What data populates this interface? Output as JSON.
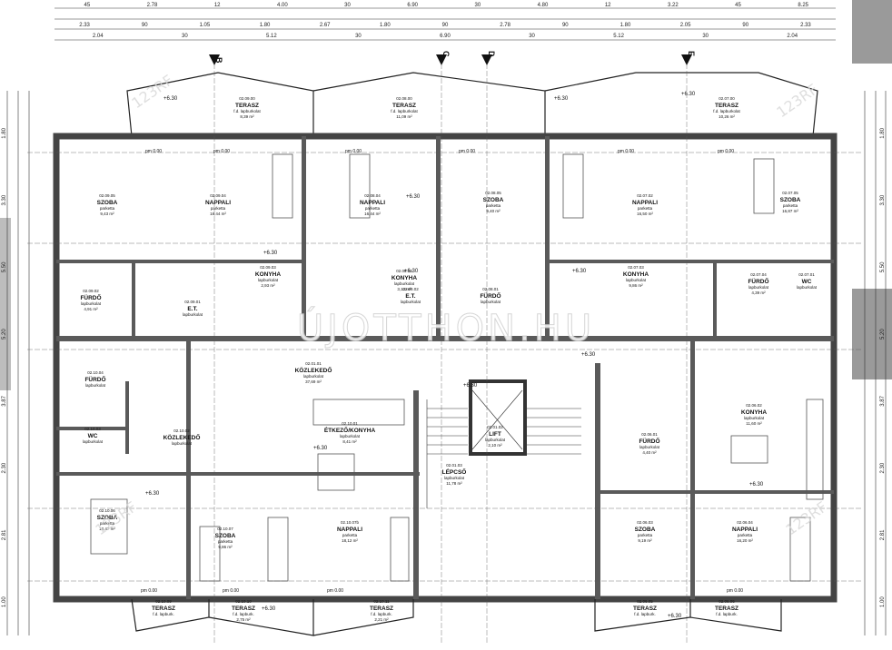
{
  "watermark": {
    "text": "ÚJOTTHON.HU",
    "stock": "123RF"
  },
  "colors": {
    "wall": "#4a4a4a",
    "line": "#333333",
    "grid": "#555555",
    "bg": "#ffffff",
    "grey": "#9a9a9a"
  },
  "axes": [
    "B",
    "C",
    "D",
    "E"
  ],
  "top_dims": {
    "row1": [
      "45",
      "2.78",
      "12",
      "4.00",
      "30",
      "6.90",
      "30",
      "4.80",
      "12",
      "3.22",
      "45",
      "8.25"
    ],
    "row2": [
      "2.33",
      "90",
      "1.05",
      "1.80",
      "2.67",
      "1.80",
      "90",
      "2.78",
      "90",
      "1.80",
      "2.05",
      "90",
      "2.33"
    ],
    "row3": [
      "2.04",
      "30",
      "5.12",
      "30",
      "6.90",
      "30",
      "5.12",
      "30",
      "2.04"
    ]
  },
  "left_dims": [
    "1.80",
    "3.30",
    "5.50",
    "5.20",
    "3.87",
    "2.30",
    "2.81",
    "1.00"
  ],
  "right_dims": [
    "1.80",
    "3.30",
    "5.50",
    "5.20",
    "3.87",
    "2.30",
    "2.81",
    "1.00"
  ],
  "rooms": [
    {
      "id": "02.09.00",
      "name": "TERASZ",
      "floor": "f.d. lapburkolat",
      "area": "8,39 m²"
    },
    {
      "id": "02.08.00",
      "name": "TERASZ",
      "floor": "f.d. lapburkolat",
      "area": "11,09 m²"
    },
    {
      "id": "02.07.00",
      "name": "TERASZ",
      "floor": "f.d. lapburkolat",
      "area": "10,26 m²"
    },
    {
      "id": "02.09.05",
      "name": "SZOBA",
      "floor": "parketta",
      "area": "9,43 m²"
    },
    {
      "id": "02.09.04",
      "name": "NAPPALI",
      "floor": "parketta",
      "area": "16,44 m²"
    },
    {
      "id": "02.08.04",
      "name": "NAPPALI",
      "floor": "parketta",
      "area": "16,44 m²"
    },
    {
      "id": "02.08.05",
      "name": "SZOBA",
      "floor": "parketta",
      "area": "9,40 m²"
    },
    {
      "id": "02.07.02",
      "name": "NAPPALI",
      "floor": "parketta",
      "area": "16,50 m²"
    },
    {
      "id": "02.07.05",
      "name": "SZOBA",
      "floor": "parketta",
      "area": "16,87 m²"
    },
    {
      "id": "02.09.03",
      "name": "KONYHA",
      "floor": "lapburkolat",
      "area": "2,93 m²"
    },
    {
      "id": "02.08.03",
      "name": "KONYHA",
      "floor": "lapburkolat",
      "area": "3,12 m²"
    },
    {
      "id": "02.07.03",
      "name": "KONYHA",
      "floor": "lapburkolat",
      "area": "9,86 m²"
    },
    {
      "id": "02.09.02",
      "name": "FÜRDŐ",
      "floor": "lapburkolat",
      "area": "4,91 m²"
    },
    {
      "id": "02.09.01",
      "name": "E.T.",
      "floor": "lapburkolat",
      "area": ""
    },
    {
      "id": "02.08.02",
      "name": "E.T.",
      "floor": "lapburkolat",
      "area": ""
    },
    {
      "id": "02.08.01",
      "name": "FÜRDŐ",
      "floor": "lapburkolat",
      "area": ""
    },
    {
      "id": "02.07.04",
      "name": "FÜRDŐ",
      "floor": "lapburkolat",
      "area": "4,39 m²"
    },
    {
      "id": "02.07.01",
      "name": "WC",
      "floor": "lapburkolat",
      "area": ""
    },
    {
      "id": "02.01.01",
      "name": "KÖZLEKEDŐ",
      "floor": "lapburkolat",
      "area": "37,69 m²"
    },
    {
      "id": "02.10.04",
      "name": "FÜRDŐ",
      "floor": "lapburkolat",
      "area": ""
    },
    {
      "id": "02.10.03",
      "name": "WC",
      "floor": "lapburkolat",
      "area": ""
    },
    {
      "id": "02.10.02",
      "name": "KÖZLEKEDŐ",
      "floor": "lapburkolat",
      "area": ""
    },
    {
      "id": "02.10.01",
      "name": "ÉTKEZŐ/KONYHA",
      "floor": "lapburkolat",
      "area": "8,41 m²"
    },
    {
      "id": "02.01.02",
      "name": "LIFT",
      "floor": "lapburkolat",
      "area": "2,10 m²"
    },
    {
      "id": "02.01.03",
      "name": "LÉPCSŐ",
      "floor": "lapburkolat",
      "area": "11,78 m²"
    },
    {
      "id": "02.06.02",
      "name": "KONYHA",
      "floor": "lapburkolat",
      "area": "11,60 m²"
    },
    {
      "id": "02.06.01",
      "name": "FÜRDŐ",
      "floor": "lapburkolat",
      "area": "4,40 m²"
    },
    {
      "id": "02.10.06",
      "name": "SZOBA",
      "floor": "parketta",
      "area": "12,47 m²"
    },
    {
      "id": "02.10.07",
      "name": "SZOBA",
      "floor": "parketta",
      "area": "9,86 m²"
    },
    {
      "id": "02.10.07b",
      "name": "NAPPALI",
      "floor": "parketta",
      "area": "18,12 m²"
    },
    {
      "id": "02.06.03",
      "name": "SZOBA",
      "floor": "parketta",
      "area": "9,19 m²"
    },
    {
      "id": "02.06.04",
      "name": "NAPPALI",
      "floor": "parketta",
      "area": "16,20 m²"
    },
    {
      "id": "02.10.09",
      "name": "TERASZ",
      "floor": "f.d. lapburk.",
      "area": ""
    },
    {
      "id": "02.10.10",
      "name": "TERASZ",
      "floor": "f.d. lapburk.",
      "area": "2,75 m²"
    },
    {
      "id": "02.10.11",
      "name": "TERASZ",
      "floor": "f.d. lapburk.",
      "area": "2,21 m²"
    },
    {
      "id": "02.06.05",
      "name": "TERASZ",
      "floor": "f.d. lapburk.",
      "area": ""
    },
    {
      "id": "02.06.06",
      "name": "TERASZ",
      "floor": "f.d. lapburk.",
      "area": ""
    }
  ],
  "levels": [
    "+6.30",
    "+6.30",
    "+6.30",
    "+6.30",
    "+6.30",
    "+6.30",
    "+6.30",
    "+6.30",
    "+6.30",
    "+6.30",
    "+6.30",
    "+6.30",
    "+6.30",
    "+6.30"
  ],
  "pm_labels": [
    "pm 0.00",
    "pm 0.00",
    "pm 0.00",
    "pm 0.00",
    "pm 0.00",
    "pm 0.00",
    "pm 0.00",
    "pm 0.00",
    "pm 0.00",
    "pm 0.00"
  ]
}
